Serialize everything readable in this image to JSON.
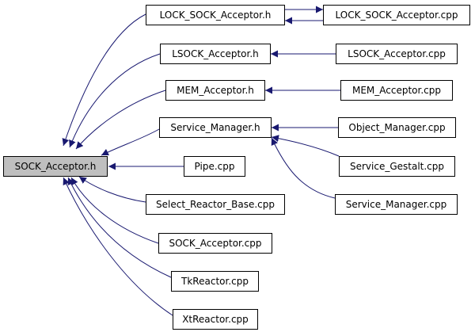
{
  "diagram": {
    "type": "include-dependency-graph",
    "colors": {
      "edge": "#191970",
      "node_border": "#000000",
      "root_fill": "#bfbfbf",
      "node_fill": "#ffffff"
    },
    "nodes": [
      {
        "id": "sock_acceptor_h",
        "label": "SOCK_Acceptor.h",
        "root": true
      },
      {
        "id": "lock_sock_acceptor_h",
        "label": "LOCK_SOCK_Acceptor.h"
      },
      {
        "id": "lock_sock_acceptor_cpp",
        "label": "LOCK_SOCK_Acceptor.cpp"
      },
      {
        "id": "lsock_acceptor_h",
        "label": "LSOCK_Acceptor.h"
      },
      {
        "id": "lsock_acceptor_cpp",
        "label": "LSOCK_Acceptor.cpp"
      },
      {
        "id": "mem_acceptor_h",
        "label": "MEM_Acceptor.h"
      },
      {
        "id": "mem_acceptor_cpp",
        "label": "MEM_Acceptor.cpp"
      },
      {
        "id": "service_manager_h",
        "label": "Service_Manager.h"
      },
      {
        "id": "object_manager_cpp",
        "label": "Object_Manager.cpp"
      },
      {
        "id": "service_gestalt_cpp",
        "label": "Service_Gestalt.cpp"
      },
      {
        "id": "service_manager_cpp",
        "label": "Service_Manager.cpp"
      },
      {
        "id": "pipe_cpp",
        "label": "Pipe.cpp"
      },
      {
        "id": "select_reactor_base_cpp",
        "label": "Select_Reactor_Base.cpp"
      },
      {
        "id": "sock_acceptor_cpp",
        "label": "SOCK_Acceptor.cpp"
      },
      {
        "id": "tkreactor_cpp",
        "label": "TkReactor.cpp"
      },
      {
        "id": "xtreactor_cpp",
        "label": "XtReactor.cpp"
      }
    ],
    "edges": [
      {
        "from": "lock_sock_acceptor_h",
        "to": "sock_acceptor_h"
      },
      {
        "from": "lsock_acceptor_h",
        "to": "sock_acceptor_h"
      },
      {
        "from": "mem_acceptor_h",
        "to": "sock_acceptor_h"
      },
      {
        "from": "service_manager_h",
        "to": "sock_acceptor_h"
      },
      {
        "from": "pipe_cpp",
        "to": "sock_acceptor_h"
      },
      {
        "from": "select_reactor_base_cpp",
        "to": "sock_acceptor_h"
      },
      {
        "from": "sock_acceptor_cpp",
        "to": "sock_acceptor_h"
      },
      {
        "from": "tkreactor_cpp",
        "to": "sock_acceptor_h"
      },
      {
        "from": "xtreactor_cpp",
        "to": "sock_acceptor_h"
      },
      {
        "from": "lock_sock_acceptor_cpp",
        "to": "lock_sock_acceptor_h"
      },
      {
        "from": "lock_sock_acceptor_h",
        "to": "lock_sock_acceptor_cpp"
      },
      {
        "from": "lsock_acceptor_cpp",
        "to": "lsock_acceptor_h"
      },
      {
        "from": "mem_acceptor_cpp",
        "to": "mem_acceptor_h"
      },
      {
        "from": "object_manager_cpp",
        "to": "service_manager_h"
      },
      {
        "from": "service_gestalt_cpp",
        "to": "service_manager_h"
      },
      {
        "from": "service_manager_cpp",
        "to": "service_manager_h"
      }
    ]
  }
}
